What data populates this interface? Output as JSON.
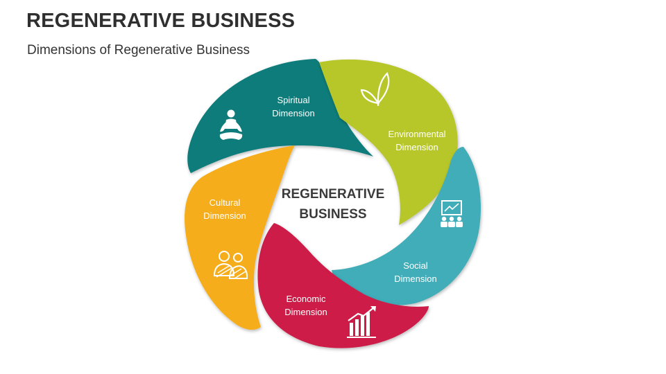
{
  "header": {
    "title": "REGENERATIVE BUSINESS",
    "subtitle": "Dimensions of Regenerative Business"
  },
  "center": {
    "line1": "REGENERATIVE",
    "line2": "BUSINESS"
  },
  "segments": [
    {
      "id": "spiritual",
      "line1": "Spiritual",
      "line2": "Dimension",
      "color": "#0e7b7a",
      "icon": "meditation-icon"
    },
    {
      "id": "environmental",
      "line1": "Environmental",
      "line2": "Dimension",
      "color": "#b7c72a",
      "icon": "leaf-icon"
    },
    {
      "id": "social",
      "line1": "Social",
      "line2": "Dimension",
      "color": "#3fadb9",
      "icon": "presentation-audience-icon"
    },
    {
      "id": "economic",
      "line1": "Economic",
      "line2": "Dimension",
      "color": "#cc1a47",
      "icon": "growth-chart-icon"
    },
    {
      "id": "cultural",
      "line1": "Cultural",
      "line2": "Dimension",
      "color": "#f5ad1c",
      "icon": "people-group-icon"
    }
  ]
}
